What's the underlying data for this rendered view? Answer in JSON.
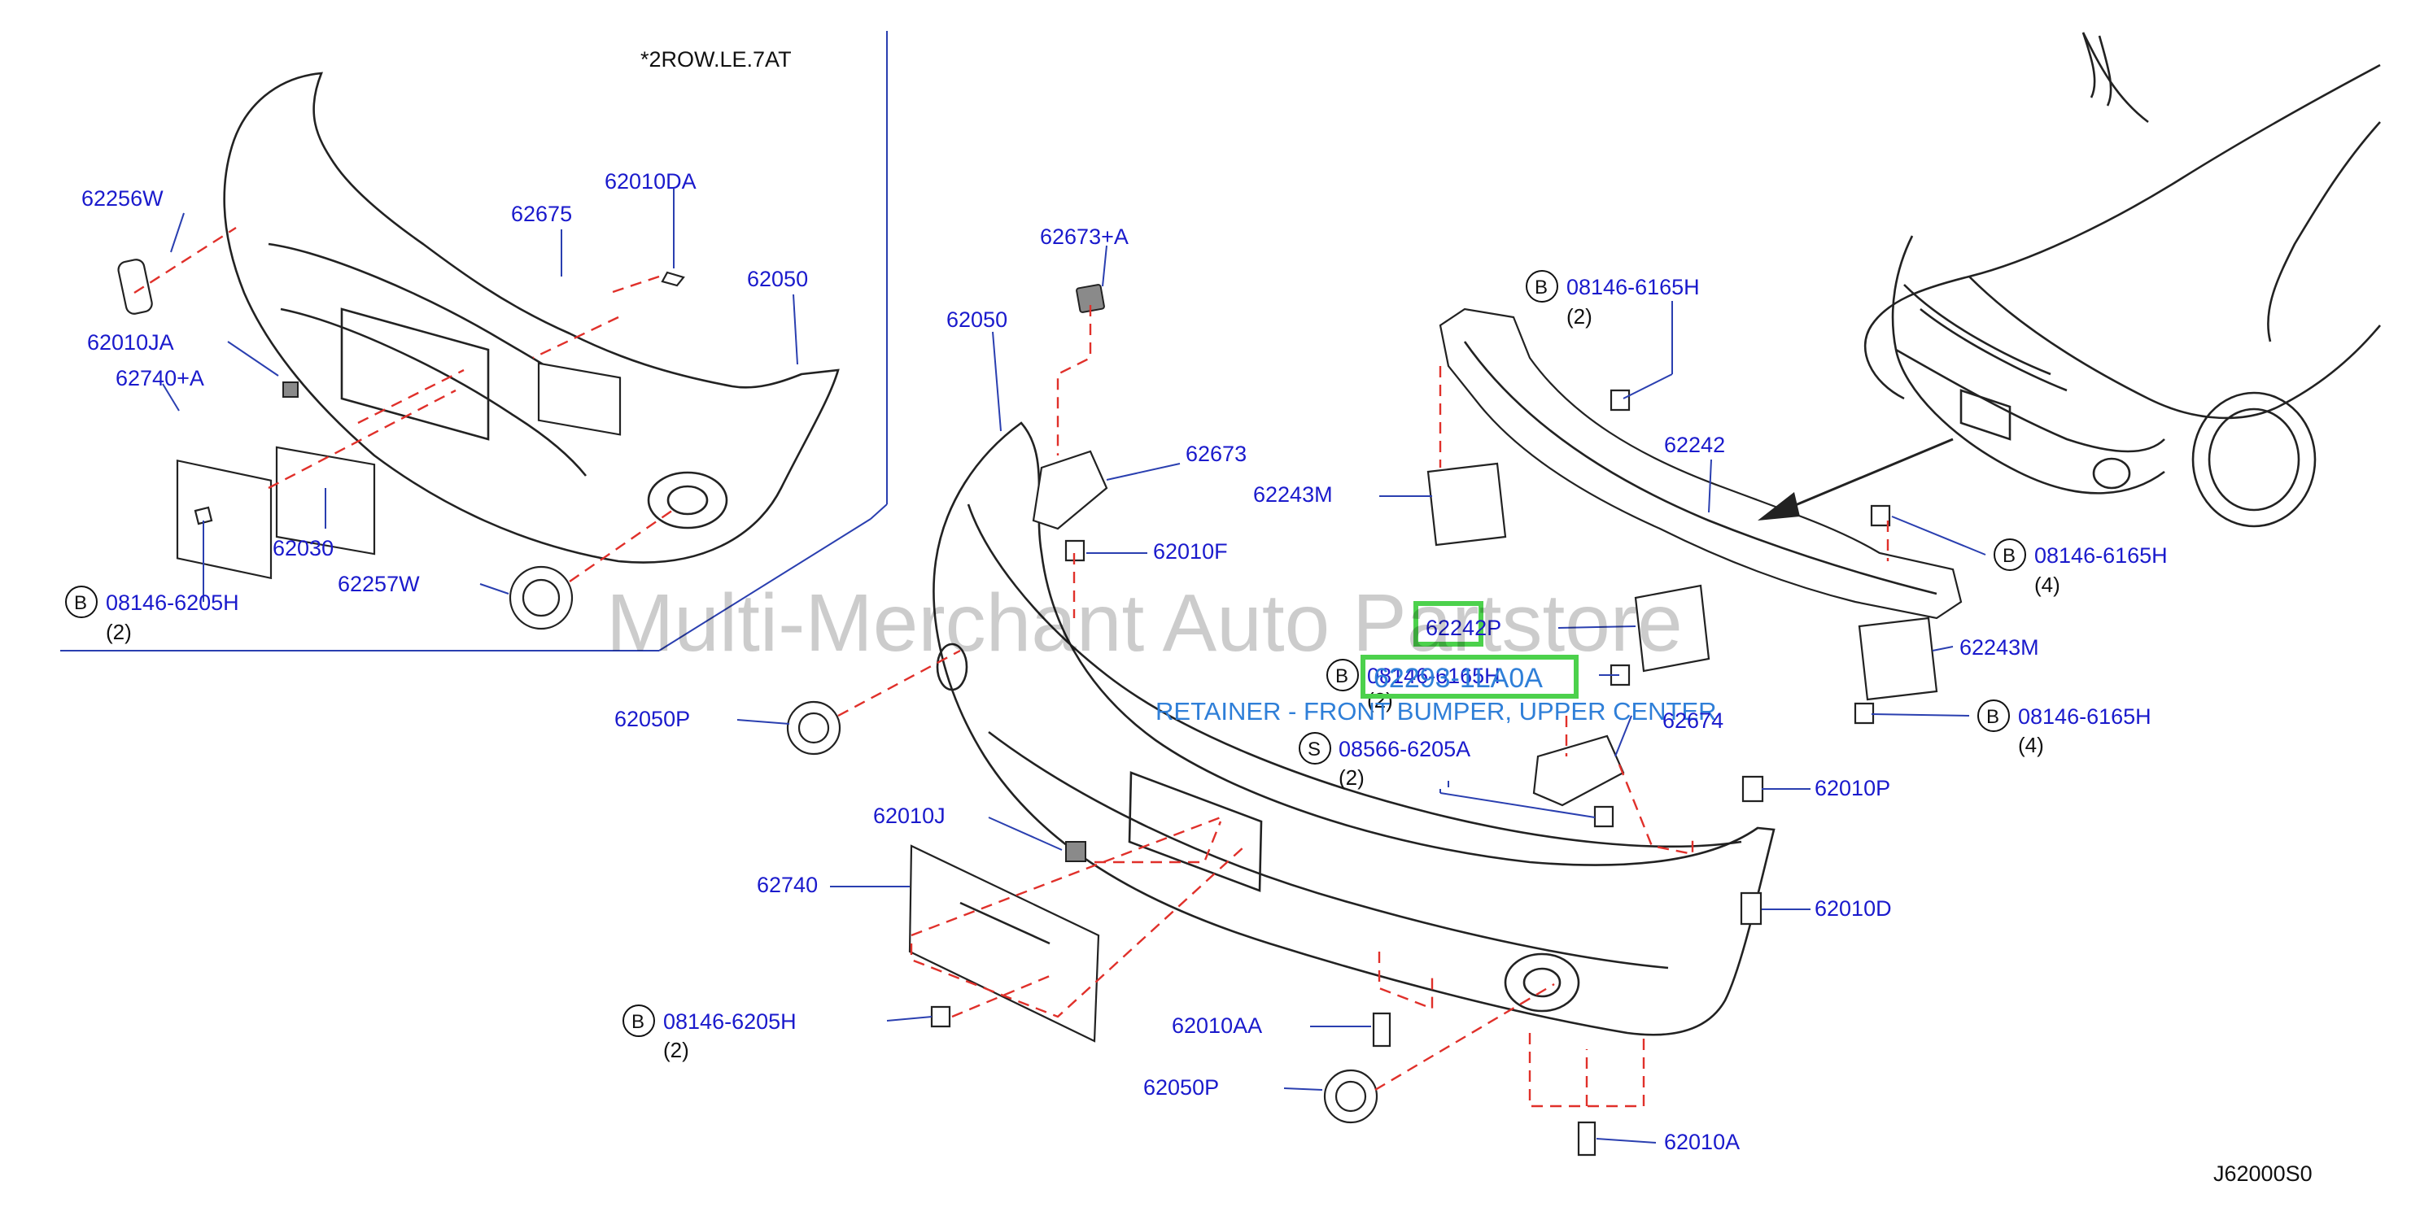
{
  "diagram": {
    "inset_note": "*2ROW.LE.7AT",
    "drawing_code": "J62000S0",
    "watermark": "Multi-Merchant Auto Partstore",
    "highlight_part_number": "62293-1LA0A",
    "highlight_description": "RETAINER - FRONT BUMPER, UPPER CENTER",
    "parts": {
      "p62256W": "62256W",
      "p62010DA": "62010DA",
      "p62675": "62675",
      "p62050_inset": "62050",
      "p62010JA": "62010JA",
      "p62740A": "62740+A",
      "p62030": "62030",
      "p62257W": "62257W",
      "p08146_6205H_inset": "08146-6205H",
      "q2_inset": "(2)",
      "p62673A": "62673+A",
      "p62050": "62050",
      "p62673": "62673",
      "p62010F": "62010F",
      "p08146_6165H_top": "08146-6165H",
      "q2_top": "(2)",
      "p62242": "62242",
      "p62243M_left": "62243M",
      "p62242P": "62242P",
      "p08146_6165H_mid": "08146-6165H",
      "q2_mid": "(2)",
      "p62674": "62674",
      "p08566_6205A": "08566-6205A",
      "q2_s": "(2)",
      "p08146_6165H_r1": "08146-6165H",
      "q4_r1": "(4)",
      "p62243M_right": "62243M",
      "p08146_6165H_r2": "08146-6165H",
      "q4_r2": "(4)",
      "p62010P": "62010P",
      "p62010D": "62010D",
      "p62050P_left": "62050P",
      "p62010J": "62010J",
      "p62740": "62740",
      "p08146_6205H": "08146-6205H",
      "q2_bottom": "(2)",
      "p62010AA": "62010AA",
      "p62050P_bottom": "62050P",
      "p62010A": "62010A"
    },
    "bolt_markers": {
      "b": "B",
      "s": "S"
    }
  }
}
